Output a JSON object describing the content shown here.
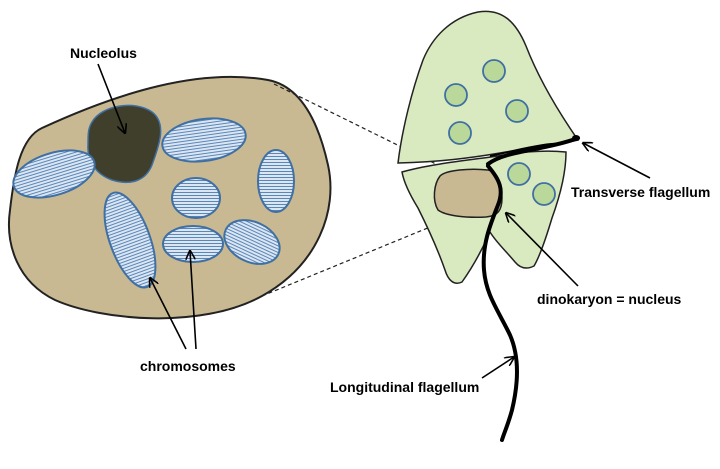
{
  "labels": {
    "nucleolus": "Nucleolus",
    "chromosomes": "chromosomes",
    "transverse_flagellum": "Transverse flagellum",
    "dinokaryon": "dinokaryon = nucleus",
    "longitudinal_flagellum": "Longitudinal flagellum"
  },
  "colors": {
    "nucleus_fill": "#c8b992",
    "nucleolus_fill": "#3f3f2b",
    "chromosome_fill": "#dbe6f3",
    "chromosome_stroke": "#3f6fa3",
    "cell_fill": "#d9e9c0",
    "plastid_fill": "#b9d89a",
    "outline": "#222222"
  }
}
